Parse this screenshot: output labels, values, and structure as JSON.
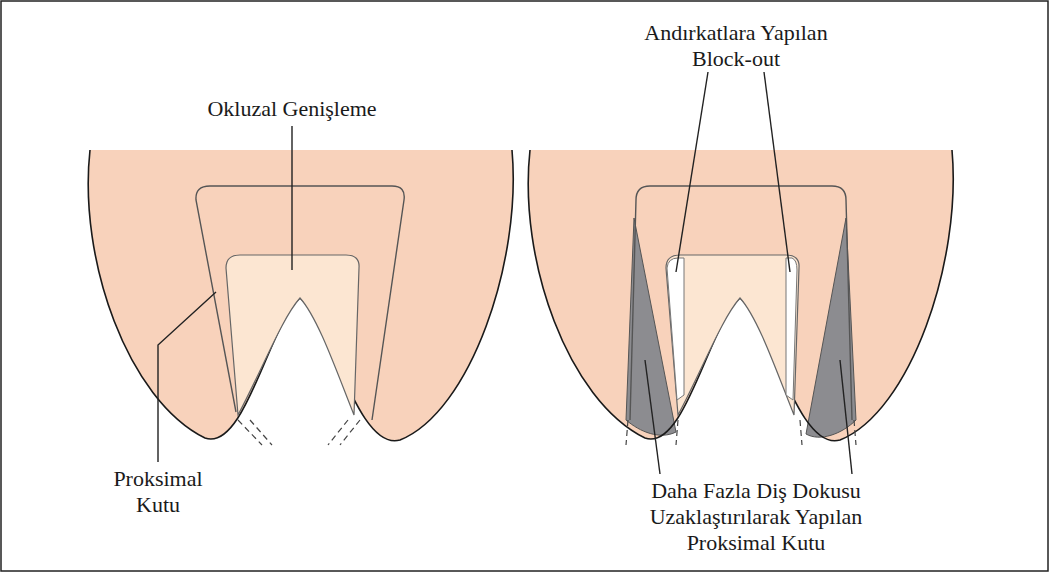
{
  "diagram": {
    "labels": [
      "Okluzal Genişleme",
      "Proksimal Kutu",
      "Andırkatlara Yapılan Block-out",
      "Daha Fazla Diş Dokusu Uzaklaştırılarak Yapılan Proksimal Kutu"
    ]
  }
}
